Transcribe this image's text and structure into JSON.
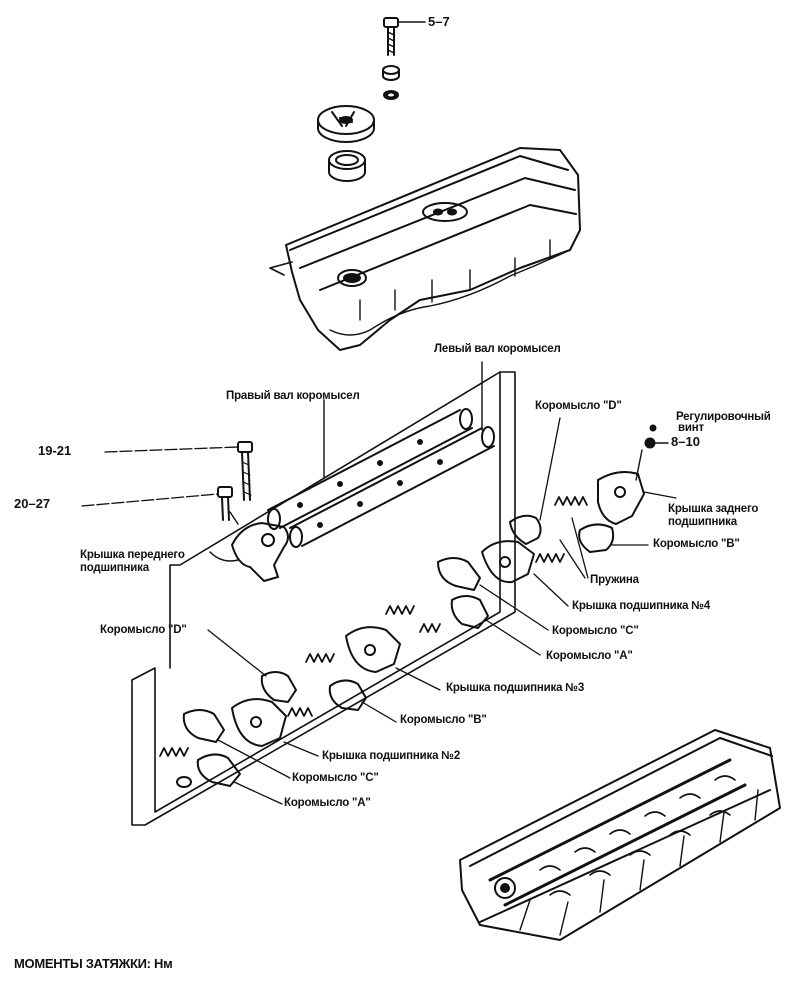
{
  "torques": {
    "cap_bolt": "5–7",
    "front_bolt_1": "19-21",
    "front_bolt_2": "20–27",
    "adjust_screw": "8–10"
  },
  "labels": {
    "left_shaft": "Левый вал коромысел",
    "right_shaft": "Правый вал коромысел",
    "rocker_d_upper": "Коромысло \"D\"",
    "adjust_screw_line1": "Регулировочный",
    "adjust_screw_line2": "винт",
    "rear_cap_line1": "Крышка заднего",
    "rear_cap_line2": "подшипника",
    "rocker_b_upper": "Коромысло \"B\"",
    "front_cap_line1": "Крышка переднего",
    "front_cap_line2": "подшипника",
    "springs": "Пружина",
    "cap_no4": "Крышка подшипника №4",
    "rocker_c_upper": "Коромысло \"C\"",
    "rocker_a_upper": "Коромысло \"A\"",
    "rocker_d_lower": "Коромысло \"D\"",
    "cap_no3": "Крышка подшипника №3",
    "rocker_b_lower": "Коромысло \"B\"",
    "cap_no2": "Крышка подшипника  №2",
    "rocker_c_lower": "Коромысло \"C\"",
    "rocker_a_lower": "Коромысло \"A\""
  },
  "footer": "МОМЕНТЫ ЗАТЯЖКИ: Нм"
}
